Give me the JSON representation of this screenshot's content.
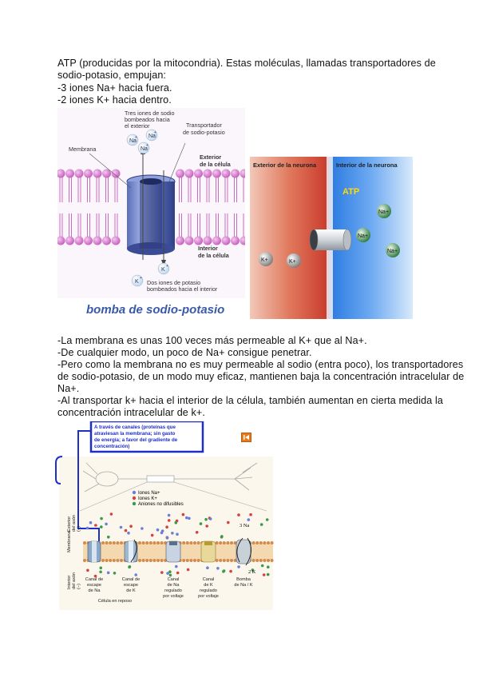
{
  "top_text": [
    "ATP  (producidas por la mitocondria). Estas moléculas, llamadas transportadores de",
    "sodio-potasio, empujan:",
    "-3 iones Na+ hacia fuera.",
    "-2 iones K+ hacia dentro."
  ],
  "fig1": {
    "label_three_ions": [
      "Tres iones de sodio",
      "bombeados hacia",
      "el exterior"
    ],
    "label_transporter": [
      "Transportador",
      "de sodio-potasio"
    ],
    "label_membrane": "Membrana",
    "label_exterior": [
      "Exterior",
      "de la célula"
    ],
    "label_interior": [
      "Interior",
      "de la célula"
    ],
    "label_two_ions": [
      "Dos iones de potasio",
      "bombeados hacia el interior"
    ],
    "na_ion": "Na",
    "k_ion": "K",
    "caption": "bomba de sodio-potasio"
  },
  "fig2": {
    "left_title": "Exterior de la neurona",
    "right_title": "Interior de la neurona",
    "atp": "ATP",
    "na_label": "Na+",
    "k_label": "K+"
  },
  "middle_text": [
    "-La membrana es unas 100 veces más permeable al K+ que al Na+.",
    "-De cualquier modo, un poco de Na+ consigue penetrar.",
    "-Pero como la membrana no es muy permeable al sodio (entra poco), los transportadores",
    "de sodio-potasio, de un modo muy eficaz, mantienen baja la concentración intracelular de",
    "Na+.",
    "-Al transportar k+ hacia el interior de la célula, también aumentan en cierta medida la",
    "concentración intracelular de k+."
  ],
  "fig3": {
    "callout": [
      "A través de canales (proteínas que",
      "atraviesan la membrana; sin gasto",
      "de energía; a favor del gradiente de",
      "concentración)"
    ],
    "legend": [
      "Iones Na+",
      "Iones K+",
      "Aniones no difusibles"
    ],
    "side_exterior": [
      "Exterior",
      "del axón",
      "(+)"
    ],
    "side_interior": [
      "Interior",
      "del axón",
      "(−)"
    ],
    "side_membrane": "Membrana",
    "three_na": "3 Na",
    "two_k": "2 K",
    "channels": [
      [
        "Canal de",
        "escape",
        "de Na"
      ],
      [
        "Canal de",
        "escape",
        "de K"
      ],
      [
        "Canal",
        "de Na",
        "regulado",
        "por voltaje"
      ],
      [
        "Canal",
        "de K",
        "regulado",
        "por voltaje"
      ],
      [
        "Bomba",
        "de Na / K"
      ]
    ],
    "resting": "Célula en reposo"
  },
  "colors": {
    "membrane_pink": "#d070c8",
    "exterior_red": "#c84838",
    "interior_blue": "#2f7fe0",
    "callout_blue": "#1e2fc8"
  }
}
